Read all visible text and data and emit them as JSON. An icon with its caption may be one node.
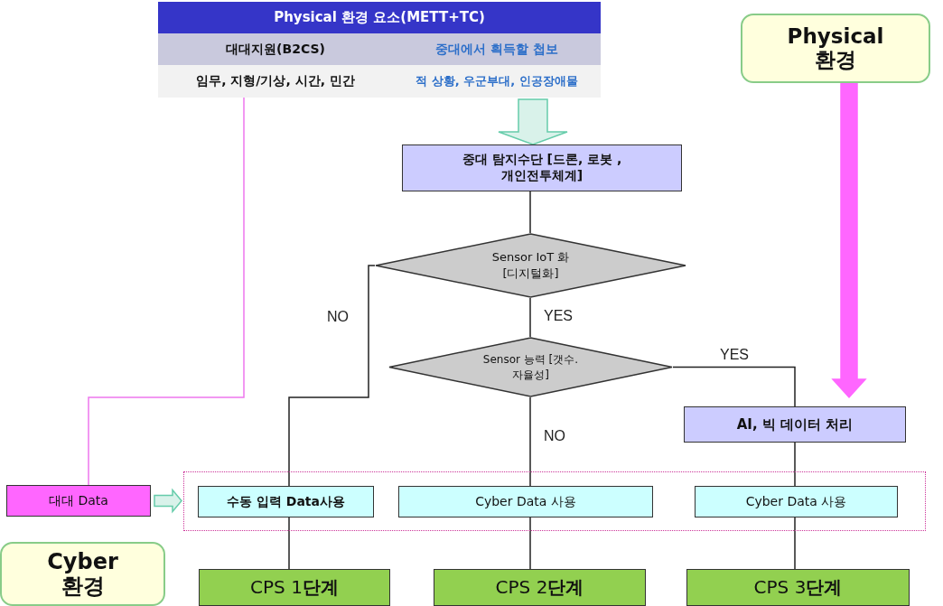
{
  "diagram": {
    "nodes": [
      {
        "text": [
          "Physical 환경 요소(METT+TC)"
        ]
      },
      {
        "text": [
          "대대지원(B2CS)"
        ],
        "in": 0
      },
      {
        "text": [
          "중대에서 획득할 첩보"
        ],
        "in": 0
      },
      {
        "text": [
          "임무, 지형/기상, 시간, 민간"
        ],
        "in": 0
      },
      {
        "text": [
          "적 상황, 우군부대, 인공장애물"
        ],
        "in": 0
      },
      {
        "text": [
          "Physical 환경"
        ]
      },
      {
        "text": [
          "중대 탐지수단 [드론, 로봇 ,개인전투체계]"
        ]
      },
      {
        "text": [
          "Sensor IoT 화 [디지털화]"
        ]
      },
      {
        "text": [
          "Sensor 능력 [갯수.자율성]"
        ]
      },
      {
        "text": [
          "AI, 빅 데이터 처리"
        ]
      },
      {
        "text": [
          "대대 Data"
        ]
      },
      {
        "text": [],
        "shape": "box"
      },
      {
        "text": [
          "수동 입력 Data사용"
        ],
        "in": 11
      },
      {
        "text": [
          "Cyber Data 사용"
        ],
        "in": 11
      },
      {
        "text": [
          "Cyber Data 사용"
        ],
        "in": 11
      },
      {
        "text": [
          "Cyber 환경"
        ]
      },
      {
        "text": [
          "CPS 1**단계**"
        ]
      },
      {
        "text": [
          "CPS 2**단계**"
        ]
      },
      {
        "text": [
          "CPS 3**단계**"
        ]
      }
    ],
    "edges": [
      {
        "from": 0,
        "to": 6,
        "arrow": "to",
        "style": "thick",
        "color": "#66ccaa"
      },
      {
        "from": 6,
        "to": 7,
        "arrow": "none"
      },
      {
        "from": 7,
        "to": 8,
        "arrow": "none",
        "label": "YES"
      },
      {
        "from": 7,
        "to": 12,
        "arrow": "none",
        "label": "NO"
      },
      {
        "from": 8,
        "to": 13,
        "arrow": "none",
        "label": "NO"
      },
      {
        "from": 8,
        "to": 9,
        "arrow": "none",
        "label": "YES"
      },
      {
        "from": 9,
        "to": 14,
        "arrow": "none"
      },
      {
        "from": 12,
        "to": 16,
        "arrow": "none"
      },
      {
        "from": 13,
        "to": 17,
        "arrow": "none"
      },
      {
        "from": 14,
        "to": 18,
        "arrow": "none"
      },
      {
        "from": 3,
        "to": 10,
        "arrow": "none",
        "color": "#ee77ee"
      },
      {
        "from": 5,
        "to": null,
        "arrow": "to",
        "style": "thick",
        "color": "#ff66ff"
      },
      {
        "from": 10,
        "to": 11,
        "arrow": "to",
        "style": "thick",
        "color": "#66ccaa"
      }
    ]
  }
}
